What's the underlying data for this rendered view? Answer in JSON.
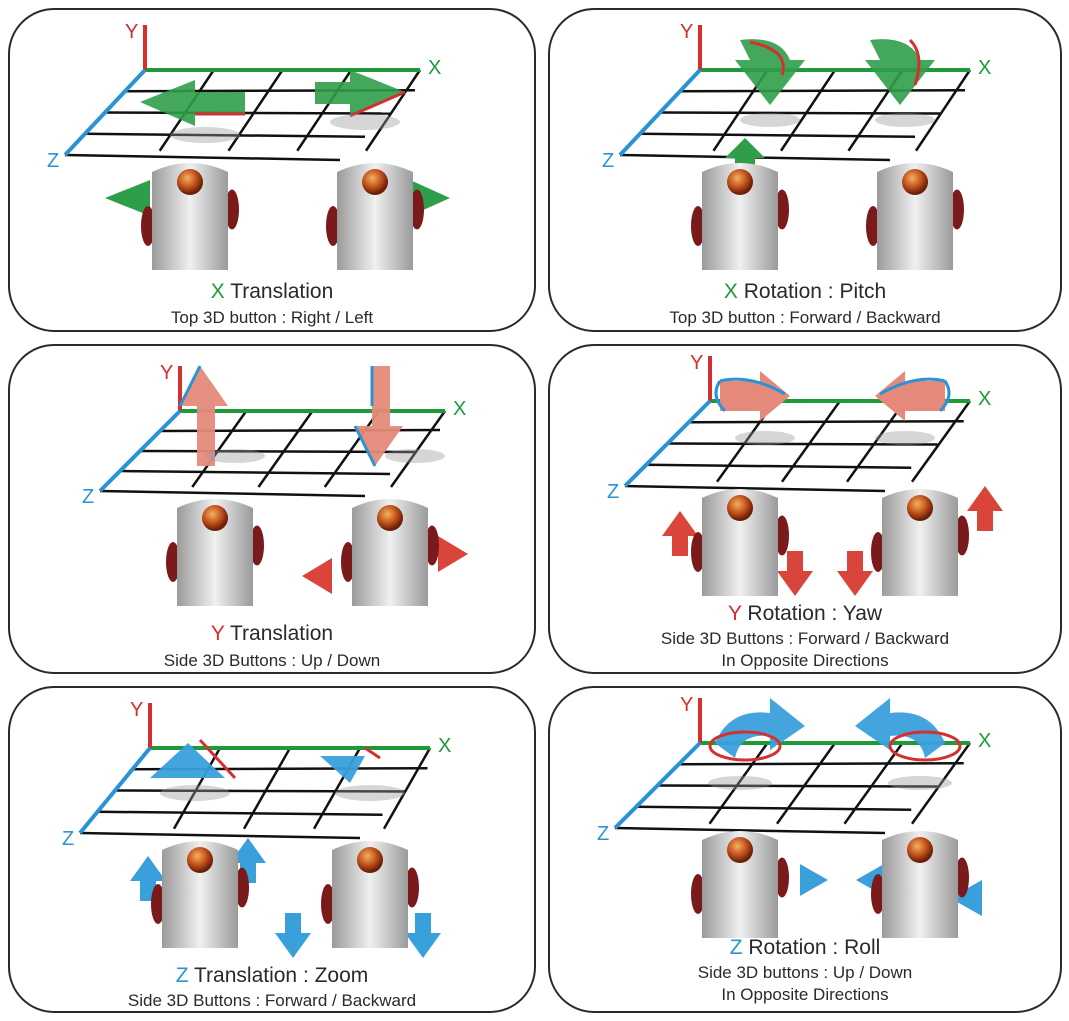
{
  "colors": {
    "x_axis": "#1f9a3a",
    "y_axis": "#d43030",
    "z_axis": "#2a93d5",
    "green_arrow": "#2f9e4a",
    "red_arrow": "#d9453a",
    "blue_arrow": "#3aa0dc",
    "pad": "#c8c8c8",
    "knob": "#c0501a",
    "side_button": "#7a1a1a"
  },
  "panels": [
    {
      "axis_letter": "X",
      "axis_color": "#1f9a3a",
      "title": "Translation",
      "lines": [
        "Top 3D button : Right / Left"
      ],
      "axis_labels": {
        "y": "Y",
        "x": "X",
        "z": "Z"
      },
      "arrow_color": "#2f9e4a",
      "icon": "x-translation-diagram"
    },
    {
      "axis_letter": "X",
      "axis_color": "#1f9a3a",
      "title": "Rotation : Pitch",
      "lines": [
        "Top 3D button : Forward / Backward"
      ],
      "axis_labels": {
        "y": "Y",
        "x": "X",
        "z": "Z"
      },
      "arrow_color": "#2f9e4a",
      "icon": "x-rotation-pitch-diagram"
    },
    {
      "axis_letter": "Y",
      "axis_color": "#d43030",
      "title": "Translation",
      "lines": [
        "Side 3D Buttons : Up / Down"
      ],
      "axis_labels": {
        "y": "Y",
        "x": "X",
        "z": "Z"
      },
      "arrow_color": "#d9453a",
      "icon": "y-translation-diagram"
    },
    {
      "axis_letter": "Y",
      "axis_color": "#d43030",
      "title": "Rotation : Yaw",
      "lines": [
        "Side 3D Buttons : Forward / Backward",
        "In Opposite Directions"
      ],
      "axis_labels": {
        "y": "Y",
        "x": "X",
        "z": "Z"
      },
      "arrow_color": "#d9453a",
      "icon": "y-rotation-yaw-diagram"
    },
    {
      "axis_letter": "Z",
      "axis_color": "#2a93d5",
      "title": "Translation : Zoom",
      "lines": [
        "Side 3D Buttons : Forward / Backward"
      ],
      "axis_labels": {
        "y": "Y",
        "x": "X",
        "z": "Z"
      },
      "arrow_color": "#3aa0dc",
      "icon": "z-translation-zoom-diagram"
    },
    {
      "axis_letter": "Z",
      "axis_color": "#2a93d5",
      "title": "Rotation : Roll",
      "lines": [
        "Side 3D buttons : Up / Down",
        "In Opposite Directions"
      ],
      "axis_labels": {
        "y": "Y",
        "x": "X",
        "z": "Z"
      },
      "arrow_color": "#3aa0dc",
      "icon": "z-rotation-roll-diagram"
    }
  ]
}
